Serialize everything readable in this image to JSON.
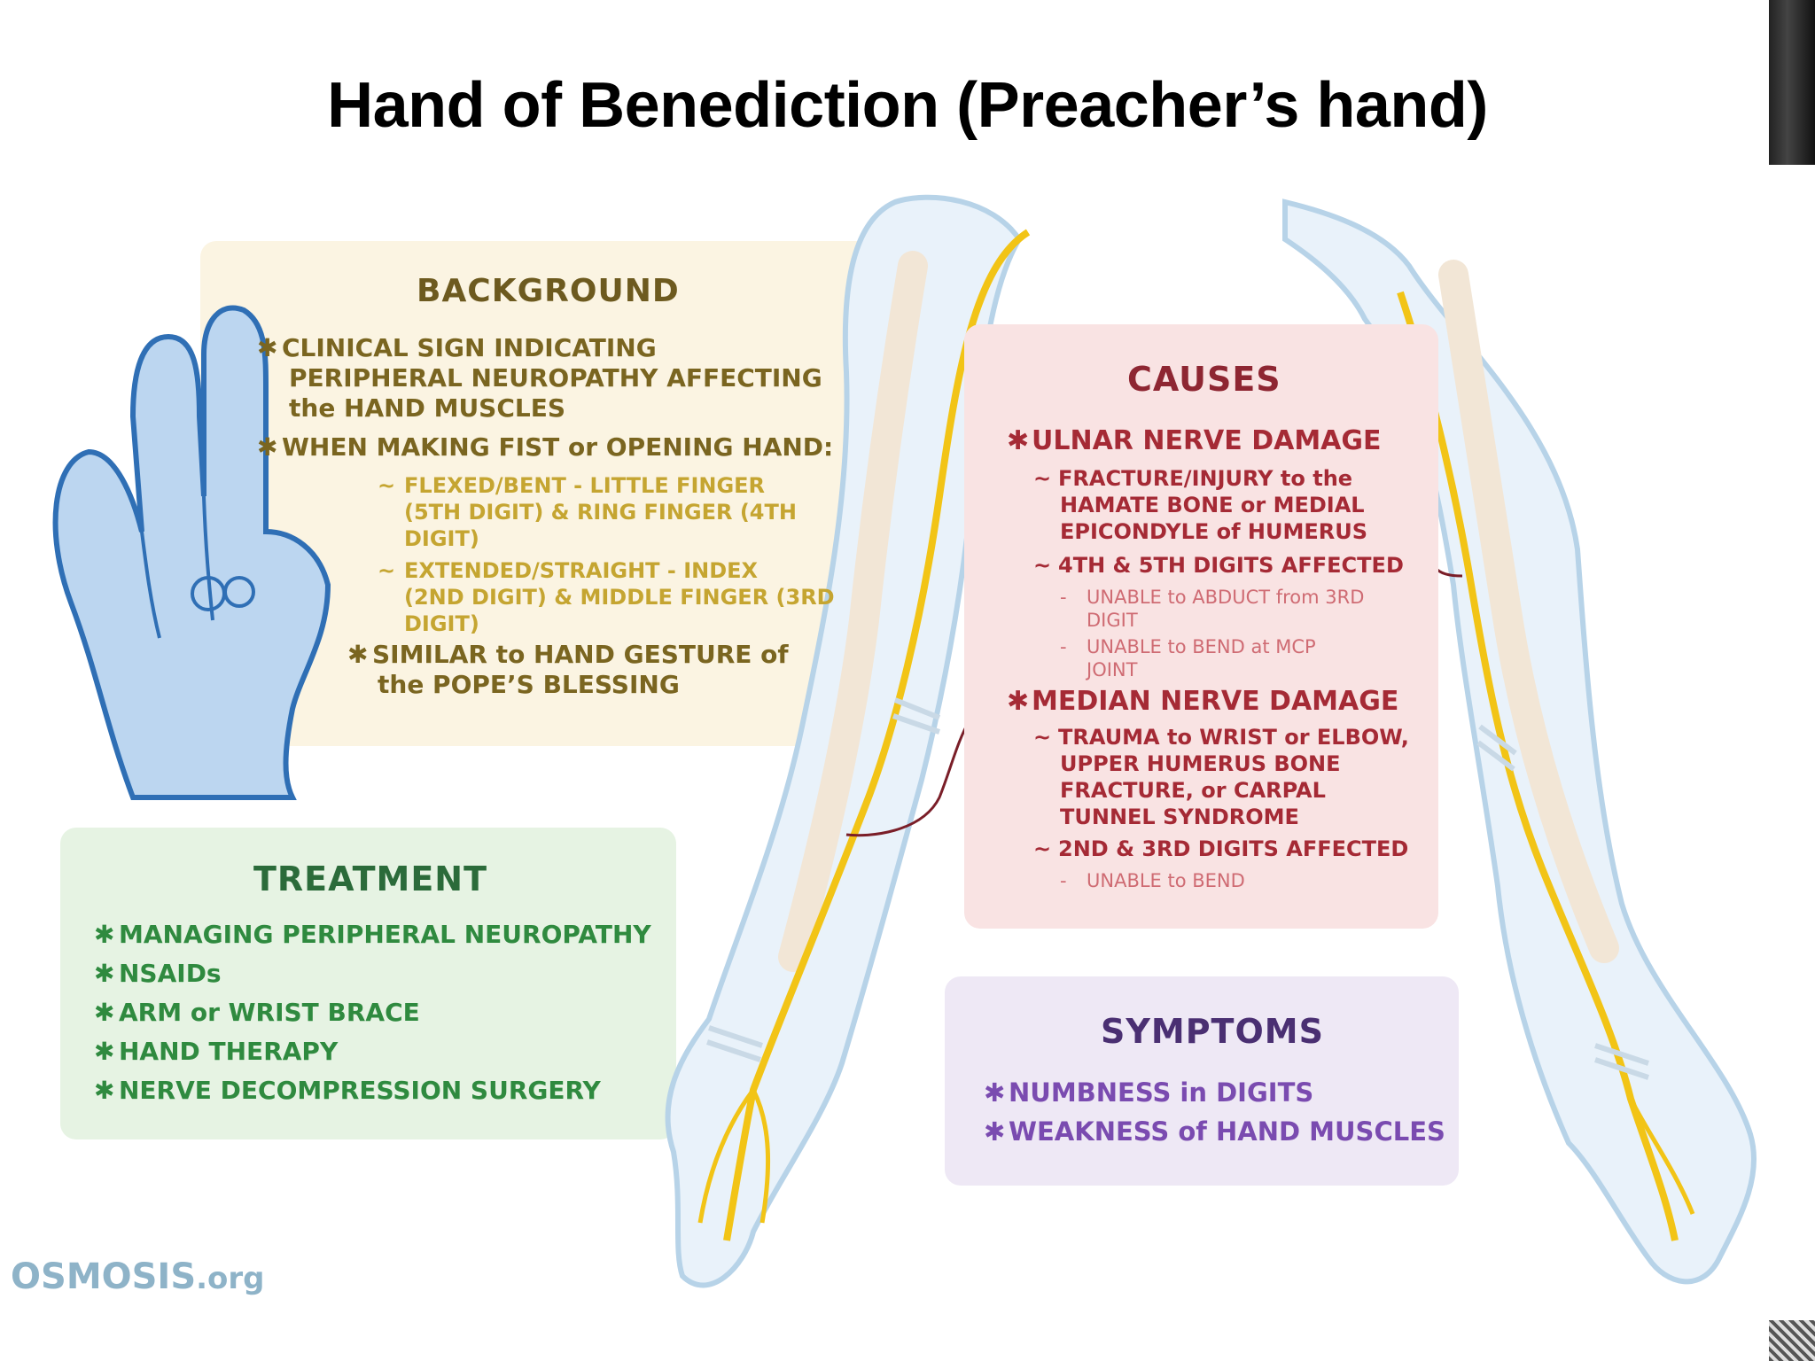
{
  "title": "Hand of Benediction (Preacher’s hand)",
  "background": {
    "heading": "BACKGROUND",
    "lines": [
      "CLINICAL SIGN INDICATING",
      "PERIPHERAL NEUROPATHY AFFECTING",
      "the HAND MUSCLES",
      "WHEN MAKING FIST or OPENING HAND:"
    ],
    "sub_lines": [
      "FLEXED/BENT - LITTLE FINGER",
      "(5TH DIGIT) & RING FINGER (4TH",
      "DIGIT)",
      "EXTENDED/STRAIGHT - INDEX",
      "(2ND DIGIT) & MIDDLE FINGER (3RD",
      "DIGIT)"
    ],
    "last_lines": [
      "SIMILAR to HAND GESTURE of",
      "the POPE’S BLESSING"
    ]
  },
  "causes": {
    "heading": "CAUSES",
    "ulnar": {
      "title": "ULNAR NERVE DAMAGE",
      "lines": [
        "FRACTURE/INJURY to the",
        "HAMATE BONE or MEDIAL",
        "EPICONDYLE of HUMERUS",
        "4TH & 5TH DIGITS AFFECTED"
      ],
      "sub_lines": [
        "UNABLE to ABDUCT from 3RD",
        "DIGIT",
        "UNABLE to BEND at MCP",
        "JOINT"
      ]
    },
    "median": {
      "title": "MEDIAN NERVE DAMAGE",
      "lines": [
        "TRAUMA to WRIST or ELBOW,",
        "UPPER HUMERUS BONE",
        "FRACTURE, or CARPAL",
        "TUNNEL SYNDROME",
        "2ND & 3RD DIGITS AFFECTED"
      ],
      "sub_lines": [
        "UNABLE to BEND"
      ]
    }
  },
  "treatment": {
    "heading": "TREATMENT",
    "items": [
      "MANAGING PERIPHERAL NEUROPATHY",
      "NSAIDs",
      "ARM or WRIST BRACE",
      "HAND THERAPY",
      "NERVE DECOMPRESSION SURGERY"
    ]
  },
  "symptoms": {
    "heading": "SYMPTOMS",
    "items": [
      "NUMBNESS in DIGITS",
      "WEAKNESS of HAND MUSCLES"
    ]
  },
  "logo": {
    "main": "OSMOSIS",
    "suffix": ".org"
  },
  "colors": {
    "nerve": "#f2c416",
    "skin_outline": "#b7d3e8",
    "hand_fill": "#bcd6f0",
    "hand_outline": "#2f6fb5",
    "leader_line": "#7a1e28"
  }
}
